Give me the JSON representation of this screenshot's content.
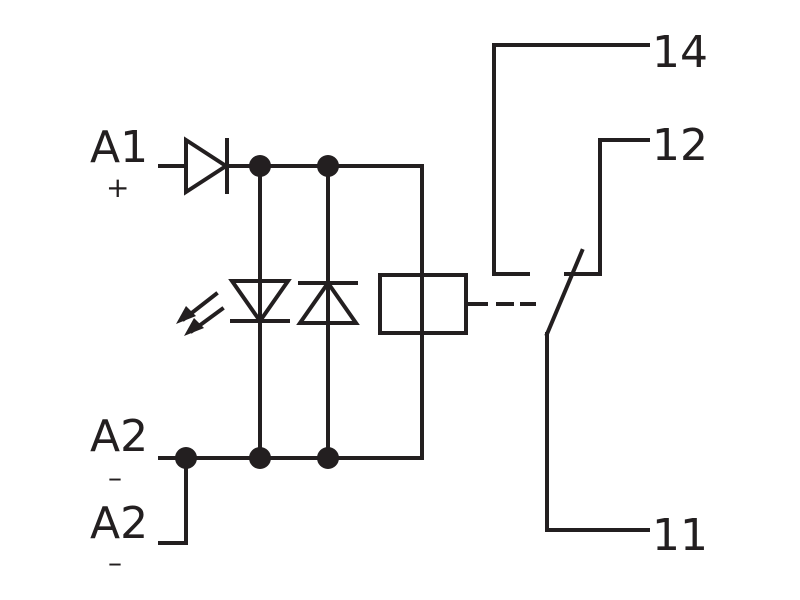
{
  "terminals": {
    "a1": "A1",
    "a1_sign": "+",
    "a2_top": "A2",
    "a2_top_sign": "–",
    "a2_bottom": "A2",
    "a2_bottom_sign": "–"
  },
  "contacts": {
    "no": "14",
    "nc": "12",
    "com": "11"
  },
  "colors": {
    "line": "#231f20",
    "background": "#ffffff"
  }
}
